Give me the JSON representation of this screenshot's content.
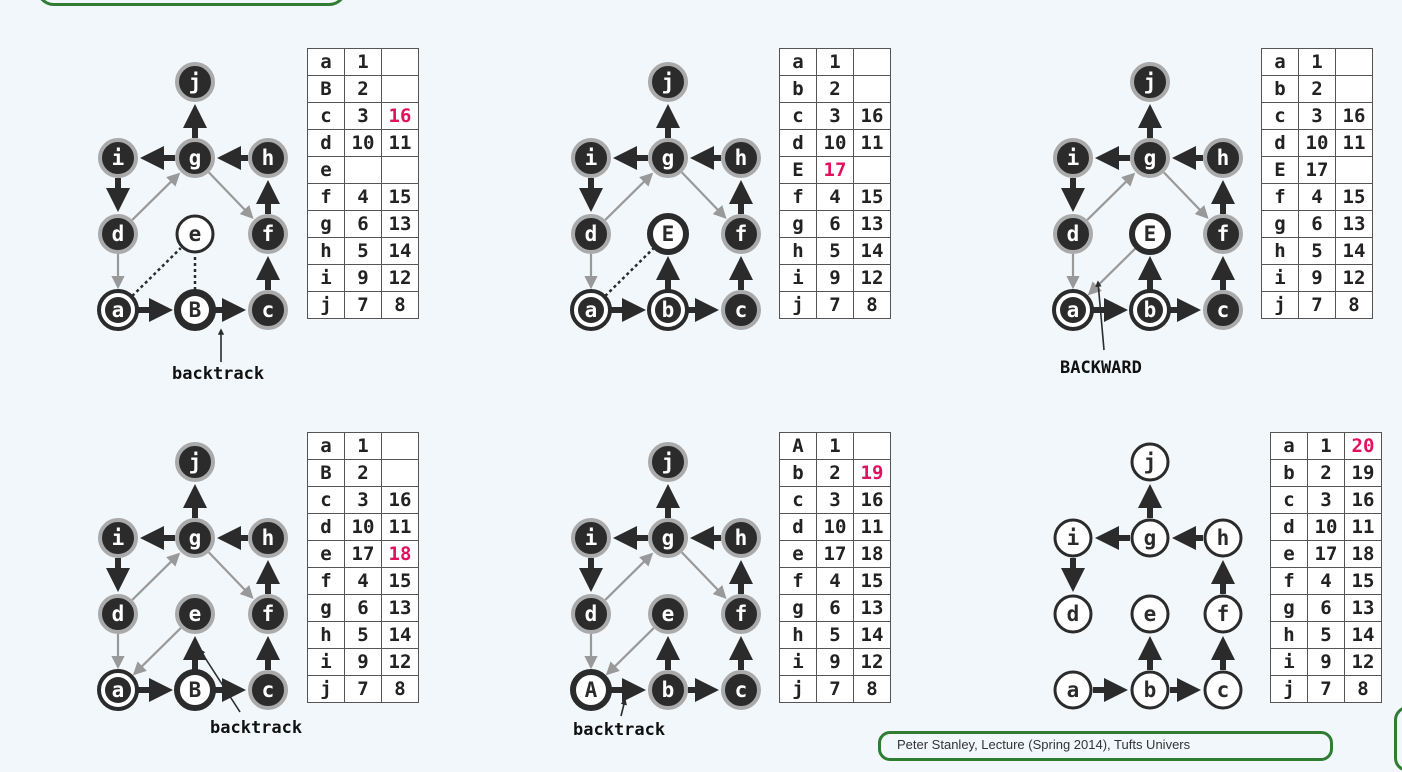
{
  "credit": "Peter Stanley, Lecture (Spring 2014), Tufts Univers",
  "panels": [
    {
      "caption": "backtrack",
      "table": [
        [
          "a",
          "1",
          ""
        ],
        [
          "B",
          "2",
          ""
        ],
        [
          "c",
          "3",
          "16"
        ],
        [
          "d",
          "10",
          "11"
        ],
        [
          "e",
          "",
          ""
        ],
        [
          "f",
          "4",
          "15"
        ],
        [
          "g",
          "6",
          "13"
        ],
        [
          "h",
          "5",
          "14"
        ],
        [
          "i",
          "9",
          "12"
        ],
        [
          "j",
          "7",
          "8"
        ]
      ],
      "highlight": [
        [
          2,
          2
        ]
      ],
      "nodes": {
        "j": "j",
        "i": "i",
        "g": "g",
        "h": "h",
        "d": "d",
        "e": "e",
        "f": "f",
        "a": "a",
        "b": "B",
        "c": "c"
      }
    },
    {
      "caption": "",
      "table": [
        [
          "a",
          "1",
          ""
        ],
        [
          "b",
          "2",
          ""
        ],
        [
          "c",
          "3",
          "16"
        ],
        [
          "d",
          "10",
          "11"
        ],
        [
          "E",
          "17",
          ""
        ],
        [
          "f",
          "4",
          "15"
        ],
        [
          "g",
          "6",
          "13"
        ],
        [
          "h",
          "5",
          "14"
        ],
        [
          "i",
          "9",
          "12"
        ],
        [
          "j",
          "7",
          "8"
        ]
      ],
      "highlight": [
        [
          4,
          1
        ]
      ],
      "nodes": {
        "j": "j",
        "i": "i",
        "g": "g",
        "h": "h",
        "d": "d",
        "e": "E",
        "f": "f",
        "a": "a",
        "b": "b",
        "c": "c"
      }
    },
    {
      "caption": "BACKWARD",
      "table": [
        [
          "a",
          "1",
          ""
        ],
        [
          "b",
          "2",
          ""
        ],
        [
          "c",
          "3",
          "16"
        ],
        [
          "d",
          "10",
          "11"
        ],
        [
          "E",
          "17",
          ""
        ],
        [
          "f",
          "4",
          "15"
        ],
        [
          "g",
          "6",
          "13"
        ],
        [
          "h",
          "5",
          "14"
        ],
        [
          "i",
          "9",
          "12"
        ],
        [
          "j",
          "7",
          "8"
        ]
      ],
      "highlight": [],
      "nodes": {
        "j": "j",
        "i": "i",
        "g": "g",
        "h": "h",
        "d": "d",
        "e": "E",
        "f": "f",
        "a": "a",
        "b": "b",
        "c": "c"
      }
    },
    {
      "caption": "backtrack",
      "table": [
        [
          "a",
          "1",
          ""
        ],
        [
          "B",
          "2",
          ""
        ],
        [
          "c",
          "3",
          "16"
        ],
        [
          "d",
          "10",
          "11"
        ],
        [
          "e",
          "17",
          "18"
        ],
        [
          "f",
          "4",
          "15"
        ],
        [
          "g",
          "6",
          "13"
        ],
        [
          "h",
          "5",
          "14"
        ],
        [
          "i",
          "9",
          "12"
        ],
        [
          "j",
          "7",
          "8"
        ]
      ],
      "highlight": [
        [
          4,
          2
        ]
      ],
      "nodes": {
        "j": "j",
        "i": "i",
        "g": "g",
        "h": "h",
        "d": "d",
        "e": "e",
        "f": "f",
        "a": "a",
        "b": "B",
        "c": "c"
      }
    },
    {
      "caption": "backtrack",
      "table": [
        [
          "A",
          "1",
          ""
        ],
        [
          "b",
          "2",
          "19"
        ],
        [
          "c",
          "3",
          "16"
        ],
        [
          "d",
          "10",
          "11"
        ],
        [
          "e",
          "17",
          "18"
        ],
        [
          "f",
          "4",
          "15"
        ],
        [
          "g",
          "6",
          "13"
        ],
        [
          "h",
          "5",
          "14"
        ],
        [
          "i",
          "9",
          "12"
        ],
        [
          "j",
          "7",
          "8"
        ]
      ],
      "highlight": [
        [
          1,
          2
        ]
      ],
      "nodes": {
        "j": "j",
        "i": "i",
        "g": "g",
        "h": "h",
        "d": "d",
        "e": "e",
        "f": "f",
        "a": "A",
        "b": "b",
        "c": "c"
      }
    },
    {
      "caption": "",
      "table": [
        [
          "a",
          "1",
          "20"
        ],
        [
          "b",
          "2",
          "19"
        ],
        [
          "c",
          "3",
          "16"
        ],
        [
          "d",
          "10",
          "11"
        ],
        [
          "e",
          "17",
          "18"
        ],
        [
          "f",
          "4",
          "15"
        ],
        [
          "g",
          "6",
          "13"
        ],
        [
          "h",
          "5",
          "14"
        ],
        [
          "i",
          "9",
          "12"
        ],
        [
          "j",
          "7",
          "8"
        ]
      ],
      "highlight": [
        [
          0,
          2
        ]
      ],
      "nodes": {
        "j": "j",
        "i": "i",
        "g": "g",
        "h": "h",
        "d": "d",
        "e": "e",
        "f": "f",
        "a": "a",
        "b": "b",
        "c": "c"
      }
    }
  ]
}
